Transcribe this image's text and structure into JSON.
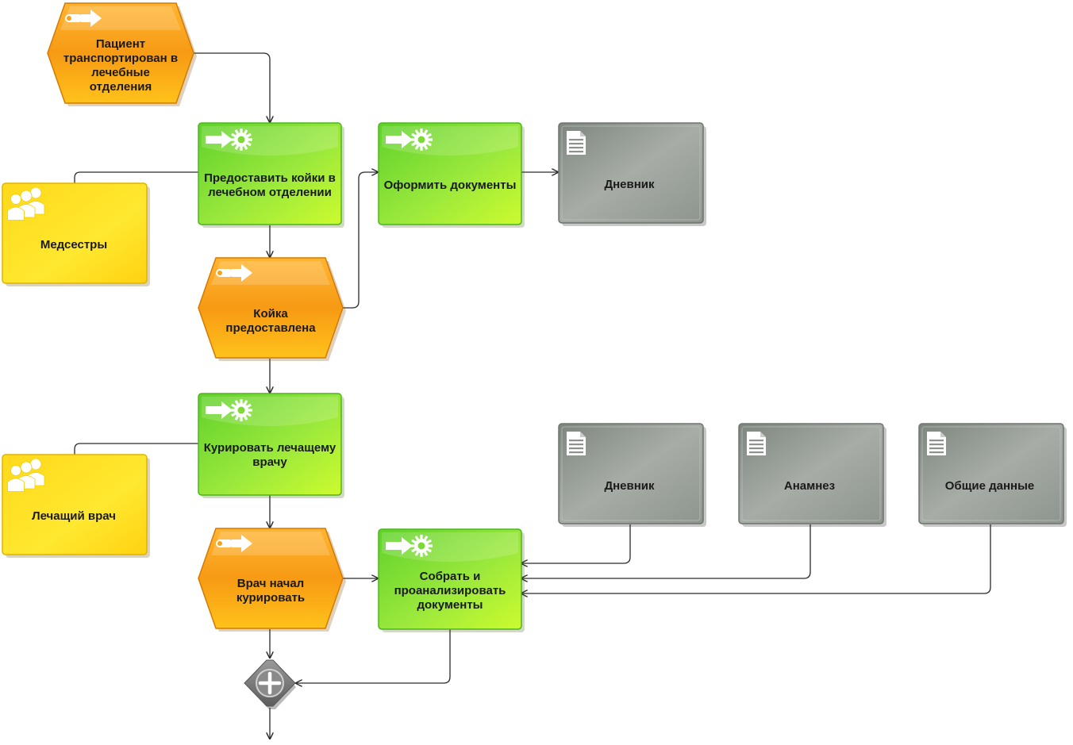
{
  "colors": {
    "event": "#f7a21b",
    "event_light": "#ffd24a",
    "function": "#86e23a",
    "function_light": "#d8ff60",
    "org_unit": "#ffe21c",
    "org_unit_light": "#fff06a",
    "document": "#9aa09a",
    "document_light": "#d9dcd9",
    "connector": "#2a2a2a",
    "gateway": "#7d7d7d"
  },
  "events": [
    {
      "label": "Пациент транспортирован в лечебные отделения",
      "icon": "event-icon"
    },
    {
      "label": "Койка предоставлена",
      "icon": "event-icon"
    },
    {
      "label": "Врач начал курировать",
      "icon": "event-icon"
    }
  ],
  "functions": [
    {
      "label": "Предоставить койки в лечебном отделении",
      "icon": "function-icon"
    },
    {
      "label": "Оформить документы",
      "icon": "function-icon"
    },
    {
      "label": "Курировать лечащему врачу",
      "icon": "function-icon"
    },
    {
      "label": "Собрать и проанализировать документы",
      "icon": "function-icon"
    }
  ],
  "org_units": [
    {
      "label": "Медсестры",
      "icon": "people-icon"
    },
    {
      "label": "Лечащий врач",
      "icon": "people-icon"
    }
  ],
  "documents": [
    {
      "label": "Дневник",
      "icon": "document-icon"
    },
    {
      "label": "Дневник",
      "icon": "document-icon"
    },
    {
      "label": "Анамнез",
      "icon": "document-icon"
    },
    {
      "label": "Общие данные",
      "icon": "document-icon"
    }
  ],
  "gateway": {
    "type": "and",
    "icon": "plus-icon"
  }
}
